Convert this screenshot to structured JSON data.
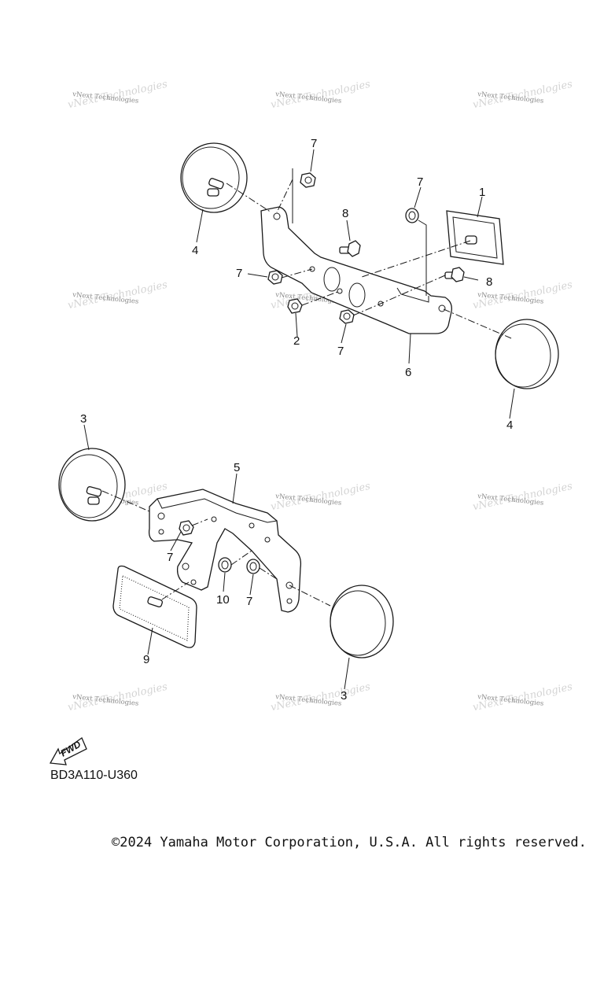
{
  "diagram": {
    "code": "BD3A110-U360",
    "fwd_label": "FWD",
    "copyright": "©2024 Yamaha Motor Corporation, U.S.A. All rights reserved.",
    "watermark_text": "vNext Technologies",
    "callouts": [
      {
        "id": "c-1",
        "number": "1"
      },
      {
        "id": "c-2",
        "number": "2"
      },
      {
        "id": "c-3a",
        "number": "3"
      },
      {
        "id": "c-3b",
        "number": "3"
      },
      {
        "id": "c-4a",
        "number": "4"
      },
      {
        "id": "c-4b",
        "number": "4"
      },
      {
        "id": "c-5",
        "number": "5"
      },
      {
        "id": "c-6",
        "number": "6"
      },
      {
        "id": "c-7a",
        "number": "7"
      },
      {
        "id": "c-7b",
        "number": "7"
      },
      {
        "id": "c-7c",
        "number": "7"
      },
      {
        "id": "c-7d",
        "number": "7"
      },
      {
        "id": "c-7e",
        "number": "7"
      },
      {
        "id": "c-7f",
        "number": "7"
      },
      {
        "id": "c-8a",
        "number": "8"
      },
      {
        "id": "c-8b",
        "number": "8"
      },
      {
        "id": "c-9",
        "number": "9"
      },
      {
        "id": "c-10",
        "number": "10"
      }
    ]
  }
}
